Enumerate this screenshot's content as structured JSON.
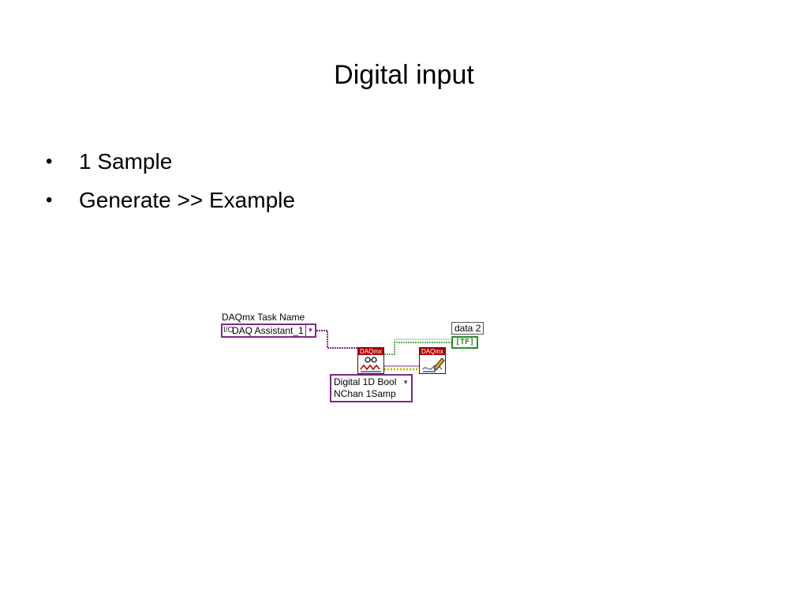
{
  "slide": {
    "title": "Digital input",
    "bullets": [
      {
        "text": "1 Sample"
      },
      {
        "text": "Generate >> Example"
      }
    ]
  },
  "diagram": {
    "task_label": "DAQmx Task Name",
    "task_constant": "DAQ Assistant_1",
    "io_glyph": "I/O",
    "read_vi_header": "DAQmx",
    "clear_vi_header": "DAQmx",
    "polymorphic_line1": "Digital 1D Bool",
    "polymorphic_line2": "NChan 1Samp",
    "indicator_label": "data 2",
    "indicator_value": "[TF]",
    "colors": {
      "task_wire": "#7b2a84",
      "boolean_wire": "#2d8a2d",
      "error_wire": "#c8b400",
      "vi_header": "#b00000"
    }
  }
}
